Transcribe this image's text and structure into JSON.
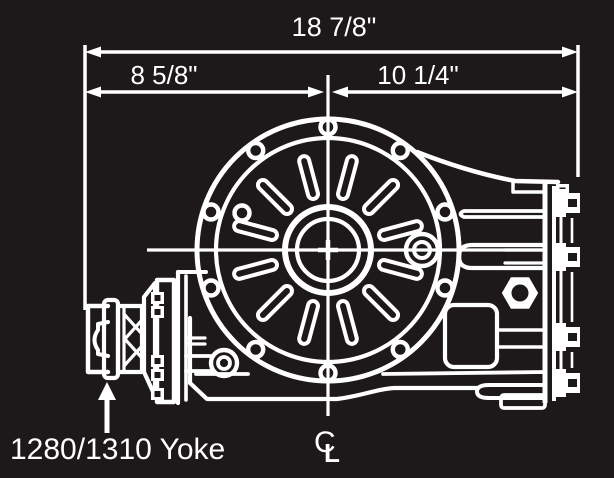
{
  "labels": {
    "overall_width": "18 7/8\"",
    "left_span": "8 5/8\"",
    "right_span": "10 1/4\"",
    "yoke": "1280/1310 Yoke",
    "centerline_c": "C",
    "centerline_l": "L"
  },
  "colors": {
    "background": "#1d191a",
    "line": "#ffffff"
  }
}
